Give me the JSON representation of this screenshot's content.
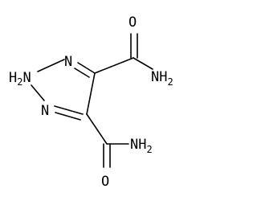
{
  "molecule": {
    "atoms": [
      {
        "id": "n1",
        "symbol": "N"
      },
      {
        "id": "nh",
        "symbol": "N",
        "prefix": "H",
        "prefix_sub": "2"
      },
      {
        "id": "n3",
        "symbol": "N"
      },
      {
        "id": "o1",
        "symbol": "O"
      },
      {
        "id": "nh2a",
        "symbol": "NH",
        "sub": "2"
      },
      {
        "id": "o2",
        "symbol": "O"
      },
      {
        "id": "nh2b",
        "symbol": "NH",
        "sub": "2"
      }
    ]
  }
}
